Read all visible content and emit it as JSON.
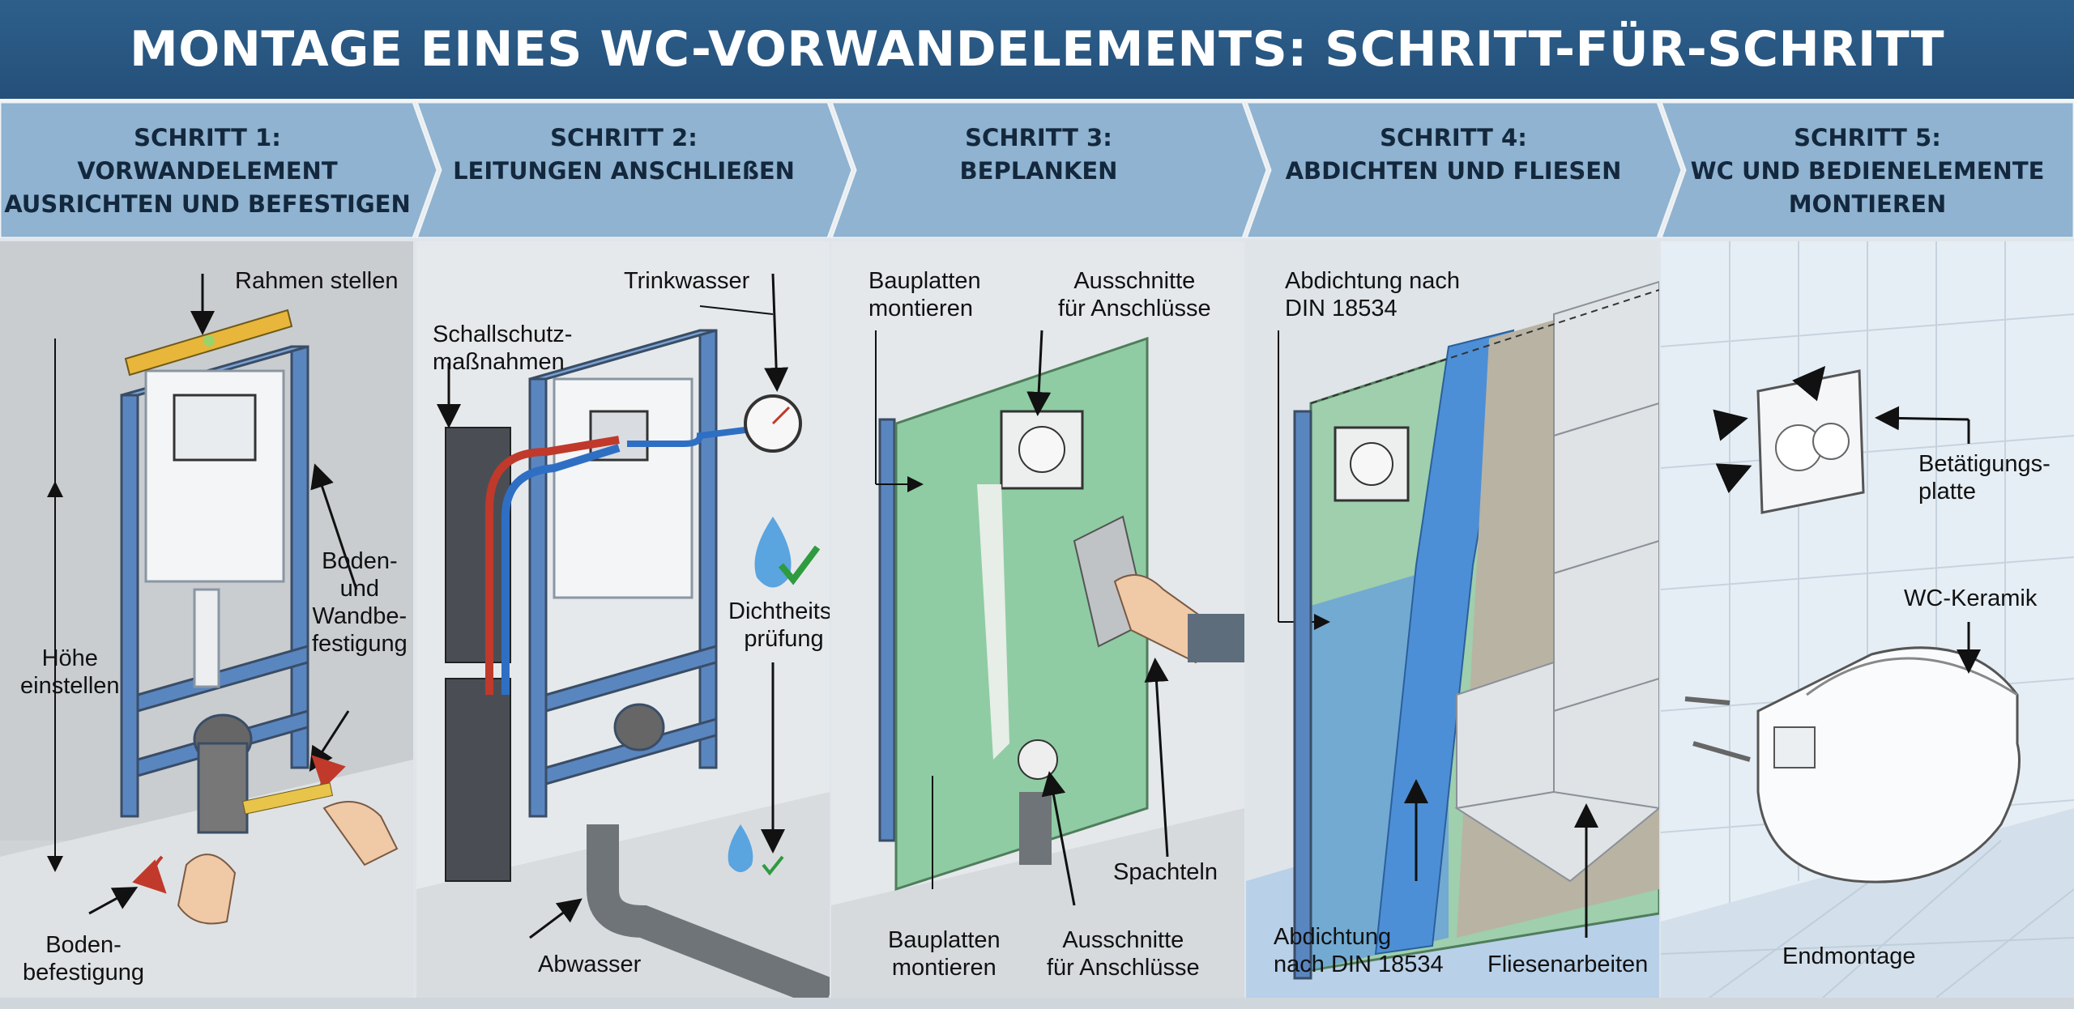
{
  "title": "MONTAGE EINES WC-VORWANDELEMENTS: SCHRITT-FÜR-SCHRITT ANLEITUNG",
  "steps": [
    {
      "heading": [
        "SCHRITT 1:",
        "VORWANDELEMENT",
        "AUSRICHTEN UND BEFESTIGEN"
      ],
      "labels": {
        "rahmen": "Rahmen stellen",
        "boden_wand": [
          "Boden-",
          "und",
          "Wandbe-",
          "festigung"
        ],
        "hoehe": [
          "Höhe",
          "einstellen"
        ],
        "boden": [
          "Boden-",
          "befestigung"
        ]
      }
    },
    {
      "heading": [
        "SCHRITT 2:",
        "LEITUNGEN ANSCHLIEßEN"
      ],
      "labels": {
        "trinkwasser": "Trinkwasser",
        "schallschutz": [
          "Schallschutz-",
          "maßnahmen"
        ],
        "dichtheit": [
          "Dichtheits-",
          "prüfung"
        ],
        "abwasser": "Abwasser"
      }
    },
    {
      "heading": [
        "SCHRITT 3:",
        "BEPLANKEN"
      ],
      "labels": {
        "bauplatten_top": [
          "Bauplatten",
          "montieren"
        ],
        "ausschnitte_top": [
          "Ausschnitte",
          "für Anschlüsse"
        ],
        "spachteln": "Spachteln",
        "bauplatten_bottom": [
          "Bauplatten",
          "montieren"
        ],
        "ausschnitte_bottom": [
          "Ausschnitte",
          "für Anschlüsse"
        ]
      }
    },
    {
      "heading": [
        "SCHRITT 4:",
        "ABDICHTEN UND FLIESEN"
      ],
      "labels": {
        "abdichtung_top": [
          "Abdichtung nach",
          "DIN 18534"
        ],
        "abdichtung_bottom": [
          "Abdichtung",
          "nach DIN 18534"
        ],
        "fliesen": "Fliesenarbeiten"
      }
    },
    {
      "heading": [
        "SCHRITT 5:",
        "WC UND BEDIENELEMENTE",
        "MONTIEREN"
      ],
      "labels": {
        "betaetigung": [
          "Betätigungs-",
          "platte"
        ],
        "keramik": "WC-Keramik",
        "endmontage": "Endmontage"
      }
    }
  ]
}
